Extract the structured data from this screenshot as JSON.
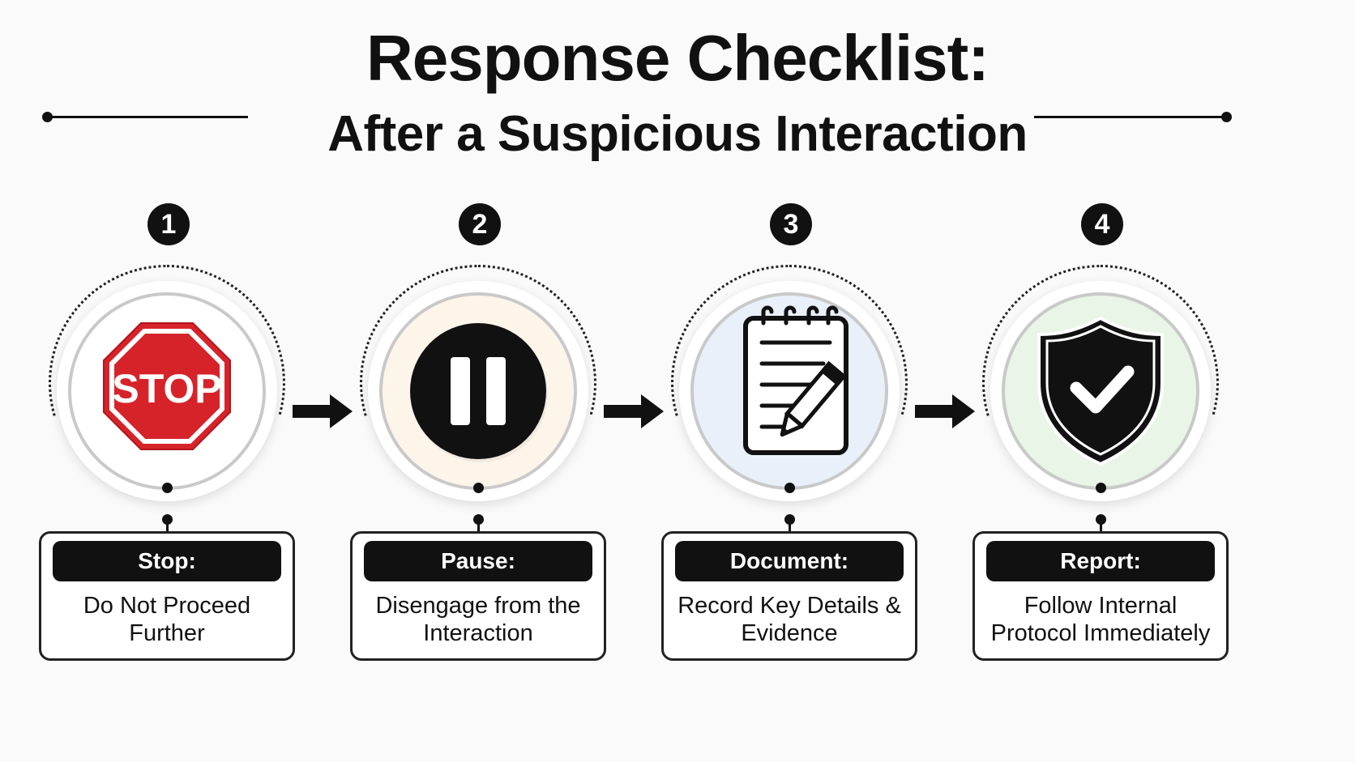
{
  "header": {
    "title": "Response Checklist:",
    "subtitle": "After a Suspicious Interaction"
  },
  "steps": [
    {
      "number": "1",
      "heading": "Stop:",
      "description": "Do Not Proceed Further",
      "icon": "stop-sign-icon",
      "icon_text": "STOP",
      "tint": "#ffffff",
      "accent": "#d6232a"
    },
    {
      "number": "2",
      "heading": "Pause:",
      "description": "Disengage from the Interaction",
      "icon": "pause-icon",
      "tint": "#fdf5ea",
      "accent": "#111111"
    },
    {
      "number": "3",
      "heading": "Document:",
      "description": "Record Key Details & Evidence",
      "icon": "notepad-pencil-icon",
      "tint": "#e9f0fa",
      "accent": "#111111"
    },
    {
      "number": "4",
      "heading": "Report:",
      "description": "Follow Internal Protocol Immediately",
      "icon": "shield-check-icon",
      "tint": "#e9f5e6",
      "accent": "#111111"
    }
  ],
  "colors": {
    "background": "#fafafa",
    "ink": "#111111",
    "stop_red": "#d6232a"
  }
}
